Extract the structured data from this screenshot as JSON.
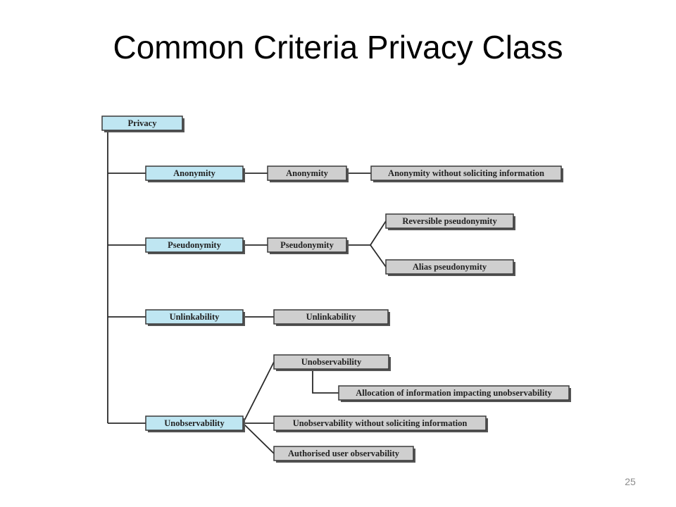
{
  "slide": {
    "title": "Common Criteria Privacy Class",
    "page_number": "25"
  },
  "colors": {
    "class_fill": "#bfe6f2",
    "family_fill": "#bfe6f2",
    "component_fill": "#cfcfcf",
    "border": "#3a3a3a",
    "line": "#2a2a2a"
  },
  "diagram": {
    "root": {
      "label": "Privacy"
    },
    "families": [
      {
        "label": "Anonymity",
        "components": [
          {
            "label": "Anonymity",
            "children": [
              {
                "label": "Anonymity without soliciting information"
              }
            ]
          }
        ]
      },
      {
        "label": "Pseudonymity",
        "components": [
          {
            "label": "Pseudonymity",
            "children": [
              {
                "label": "Reversible pseudonymity"
              },
              {
                "label": "Alias pseudonymity"
              }
            ]
          }
        ]
      },
      {
        "label": "Unlinkability",
        "components": [
          {
            "label": "Unlinkability",
            "children": []
          }
        ]
      },
      {
        "label": "Unobservability",
        "components": [
          {
            "label": "Unobservability",
            "children": [
              {
                "label": "Allocation of information impacting unobservability"
              }
            ]
          },
          {
            "label": "Unobservability without soliciting information",
            "children": []
          },
          {
            "label": "Authorised user observability",
            "children": []
          }
        ]
      }
    ]
  }
}
